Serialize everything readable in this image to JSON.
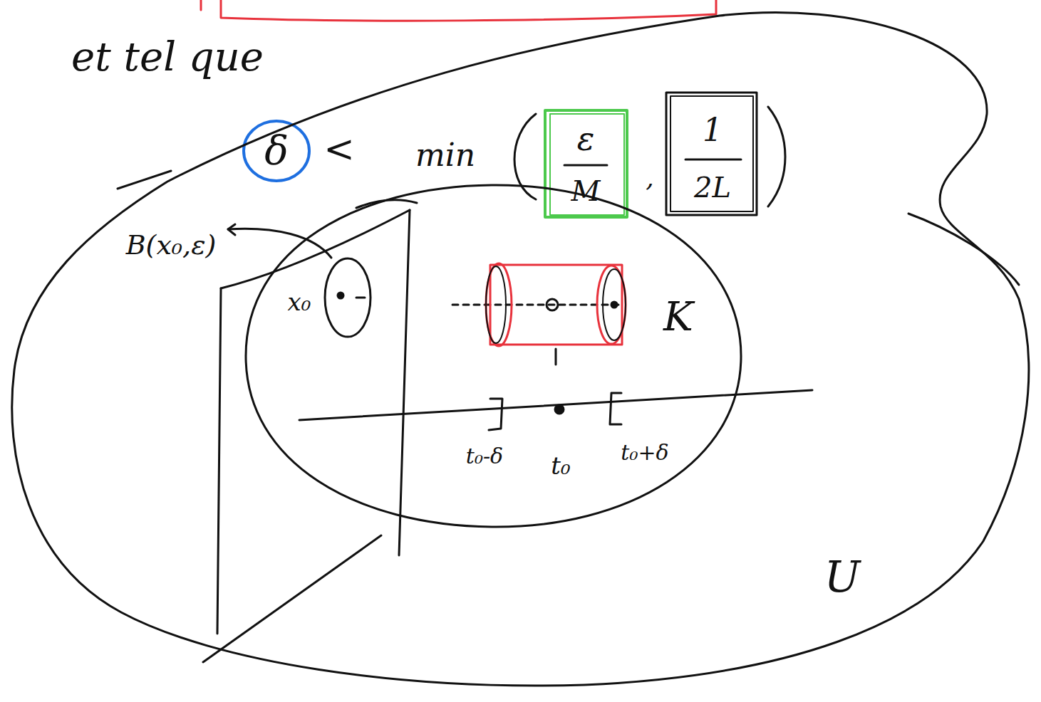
{
  "diagram": {
    "nodes": [
      {
        "text": [
          "U"
        ]
      },
      {
        "text": [
          "K"
        ],
        "in": 0
      }
    ],
    "labels": [
      "et tel que",
      "δ",
      "<",
      "min",
      "ε",
      "M",
      ",",
      "1",
      "2L",
      "B(x₀,ε)",
      "x₀",
      "t₀-δ",
      "t₀",
      "t₀+δ"
    ]
  }
}
